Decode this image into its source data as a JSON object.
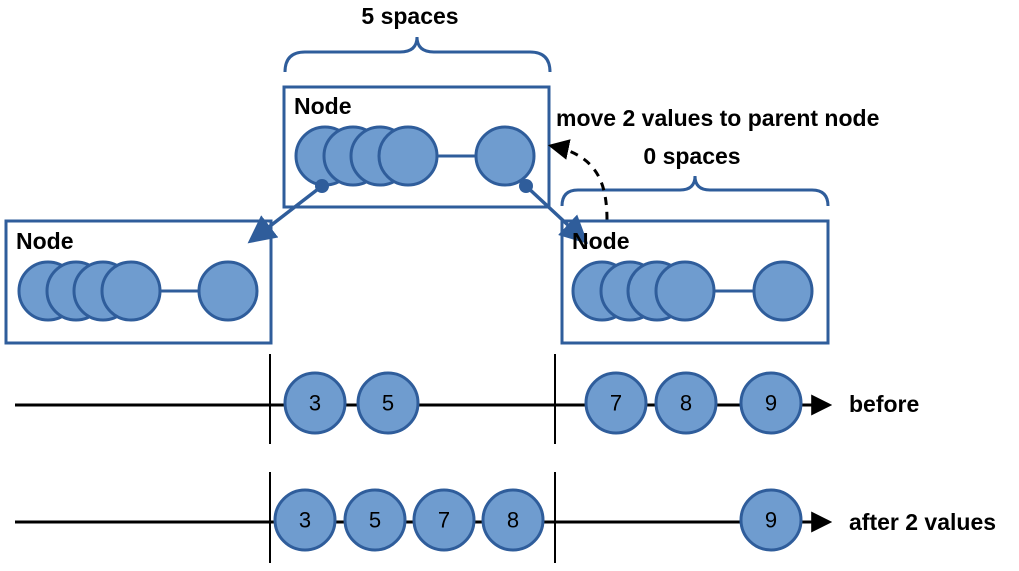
{
  "labels": {
    "top_spaces": "5 spaces",
    "right_spaces": "0 spaces",
    "move_note": "move 2 values to parent node"
  },
  "nodes": {
    "parent": {
      "title": "Node"
    },
    "left_child": {
      "title": "Node"
    },
    "right_child": {
      "title": "Node"
    }
  },
  "timelines": {
    "before": {
      "label": "before",
      "values": [
        "3",
        "5",
        "7",
        "8",
        "9"
      ]
    },
    "after": {
      "label": "after 2 values",
      "values": [
        "3",
        "5",
        "7",
        "8",
        "9"
      ]
    }
  },
  "colors": {
    "node_border": "#2f5d9b",
    "circle_fill": "#6f9ccf",
    "circle_stroke": "#2f5d9b",
    "line": "#000000"
  }
}
